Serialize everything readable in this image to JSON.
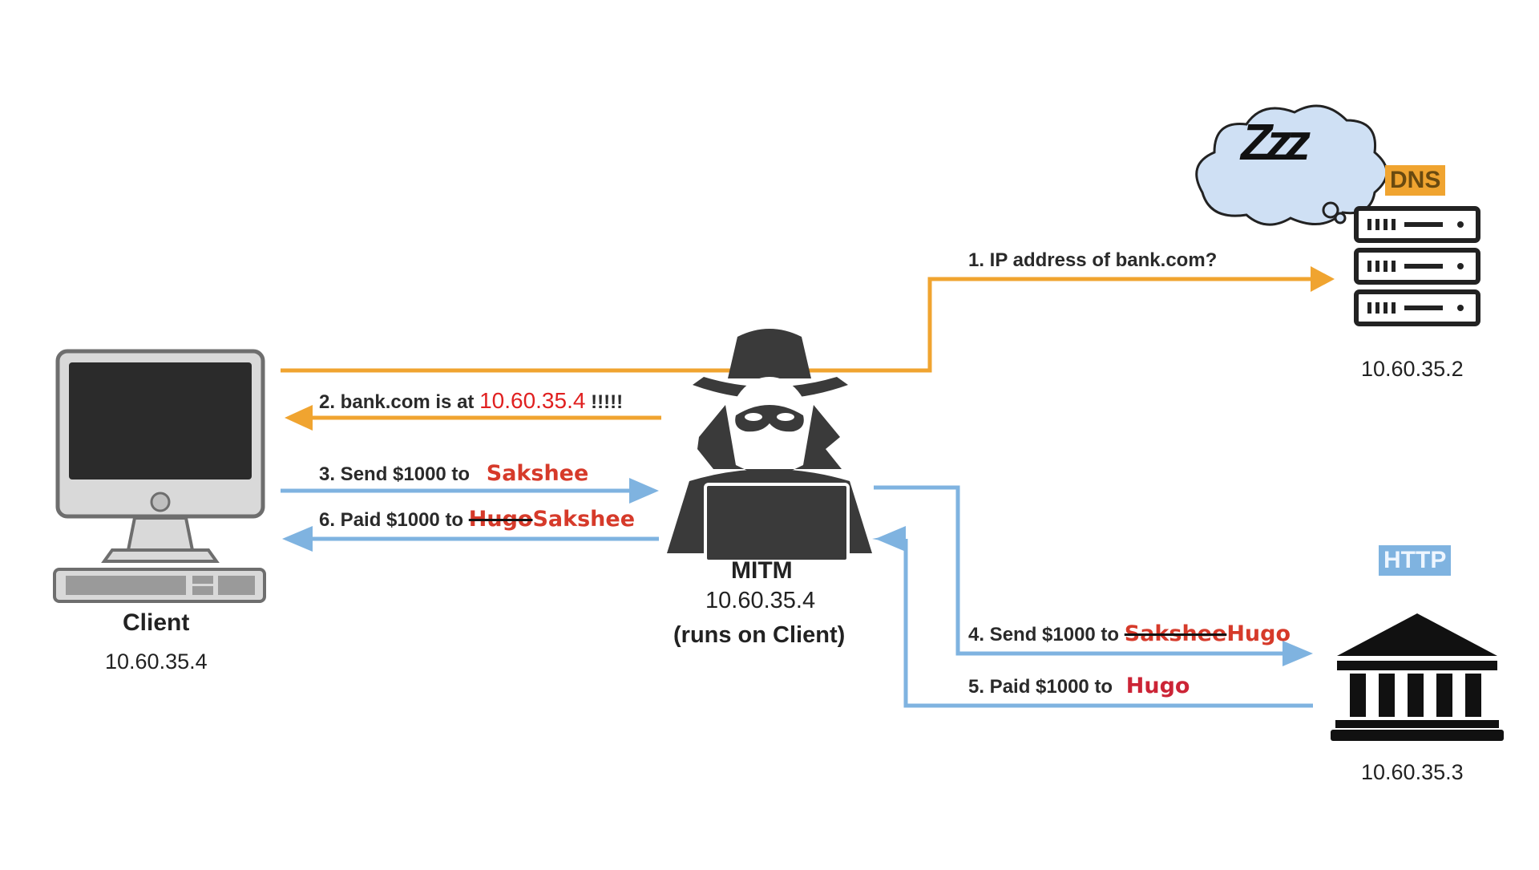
{
  "nodes": {
    "client": {
      "title": "Client",
      "ip": "10.60.35.4"
    },
    "mitm": {
      "title": "MITM",
      "ip": "10.60.35.4",
      "note": "(runs on Client)"
    },
    "dns": {
      "tag": "DNS",
      "ip": "10.60.35.2"
    },
    "http": {
      "tag": "HTTP",
      "ip": "10.60.35.3"
    }
  },
  "steps": {
    "s1": {
      "text": "1. IP address of bank.com?"
    },
    "s2": {
      "prefix": "2. bank.com is at",
      "ip": "10.60.35.4",
      "suffix": "!!!!!"
    },
    "s3": {
      "prefix": "3. Send $1000 to",
      "name": "Sakshee"
    },
    "s4": {
      "prefix": "4. Send $1000 to",
      "struck": "Sakshee",
      "name": "Hugo"
    },
    "s5": {
      "prefix": "5. Paid $1000 to",
      "name": "Hugo"
    },
    "s6": {
      "prefix": "6. Paid $1000 to",
      "struck": "Hugo",
      "name": "Sakshee"
    }
  },
  "sleep_glyph": "Zzz",
  "colors": {
    "dns_flow": "#f0a430",
    "http_flow": "#7fb3e0",
    "icon_dark": "#222222",
    "client_grey": "#6e6e6e"
  }
}
